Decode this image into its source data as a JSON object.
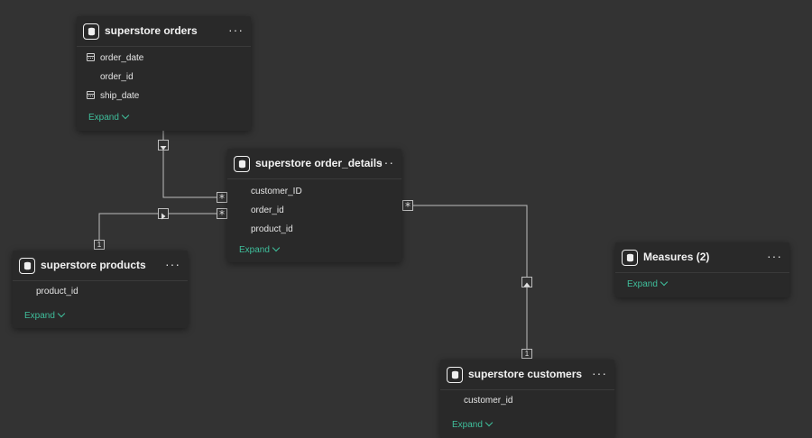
{
  "tables": [
    {
      "title": "superstore orders",
      "fields": [
        {
          "name": "order_date",
          "icon": "calendar-icon"
        },
        {
          "name": "order_id",
          "icon": ""
        },
        {
          "name": "ship_date",
          "icon": "calendar-icon"
        }
      ],
      "expand_label": "Expand"
    },
    {
      "title": "superstore order_details",
      "fields": [
        {
          "name": "customer_ID"
        },
        {
          "name": "order_id"
        },
        {
          "name": "product_id"
        }
      ],
      "expand_label": "Expand"
    },
    {
      "title": "superstore products",
      "fields": [
        {
          "name": "product_id"
        }
      ],
      "expand_label": "Expand"
    },
    {
      "title": "Measures (2)",
      "fields": [],
      "expand_label": "Expand"
    },
    {
      "title": "superstore customers",
      "fields": [
        {
          "name": "customer_id"
        }
      ],
      "expand_label": "Expand"
    }
  ],
  "more_label": "···",
  "relationships": {
    "many_label": "*",
    "one_label": "1"
  },
  "colors": {
    "background": "#333333",
    "card": "#292929",
    "accent": "#3fbf9c",
    "line": "#bdbdbd"
  }
}
